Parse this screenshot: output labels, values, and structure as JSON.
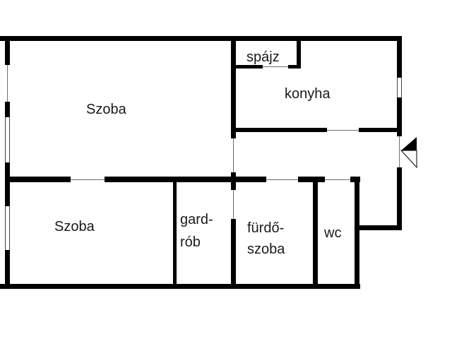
{
  "plan": {
    "rooms": {
      "room_large": {
        "label": "Szoba"
      },
      "kitchen": {
        "label": "konyha"
      },
      "pantry": {
        "label": "spájz"
      },
      "room_small": {
        "label": "Szoba"
      },
      "wardrobe": {
        "line1": "gard-",
        "line2": "rób"
      },
      "bathroom": {
        "line1": "fürdő-",
        "line2": "szoba"
      },
      "toilet": {
        "label": "wc"
      }
    },
    "entrance": {
      "icon": "entrance-arrow-icon"
    },
    "colors": {
      "wall": "#000000",
      "background": "#ffffff",
      "opening": "#6f6f6f"
    }
  }
}
